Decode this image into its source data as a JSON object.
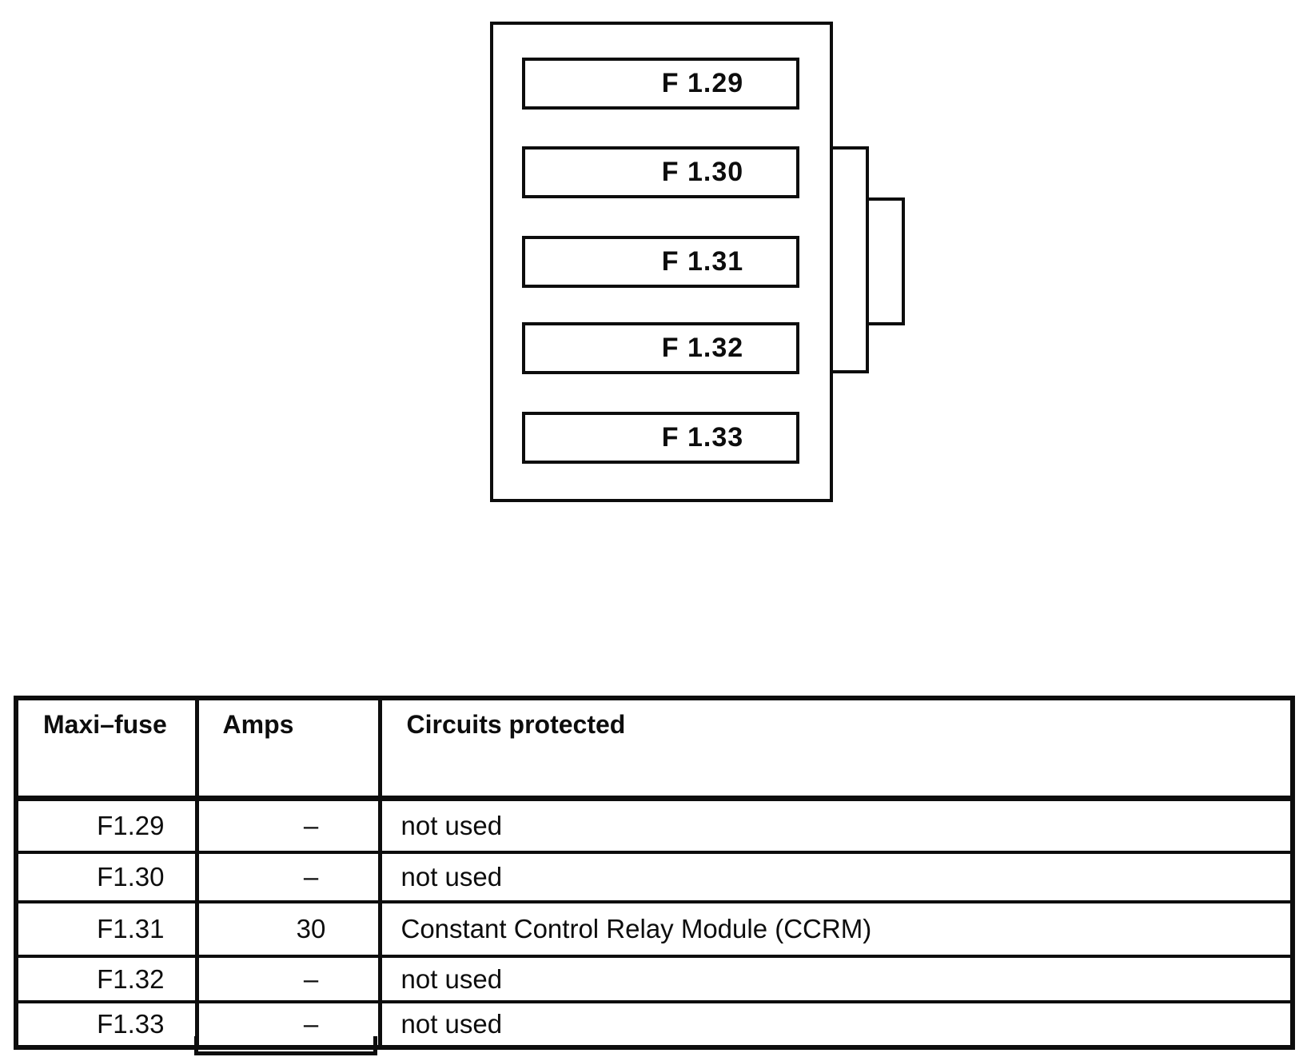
{
  "diagram": {
    "fuses": [
      {
        "label": "F 1.29"
      },
      {
        "label": "F 1.30"
      },
      {
        "label": "F 1.31"
      },
      {
        "label": "F 1.32"
      },
      {
        "label": "F 1.33"
      }
    ]
  },
  "table": {
    "headers": {
      "maxi_fuse": "Maxi–fuse",
      "amps": "Amps",
      "circuits": "Circuits protected"
    },
    "rows": [
      {
        "fuse": "F1.29",
        "amps": "–",
        "circuits": "not used"
      },
      {
        "fuse": "F1.30",
        "amps": "–",
        "circuits": "not used"
      },
      {
        "fuse": "F1.31",
        "amps": "30",
        "circuits": "Constant Control Relay Module (CCRM)"
      },
      {
        "fuse": "F1.32",
        "amps": "–",
        "circuits": "not used"
      },
      {
        "fuse": "F1.33",
        "amps": "–",
        "circuits": "not used"
      }
    ]
  },
  "colors": {
    "line": "#0d0d0d",
    "background": "#ffffff"
  }
}
